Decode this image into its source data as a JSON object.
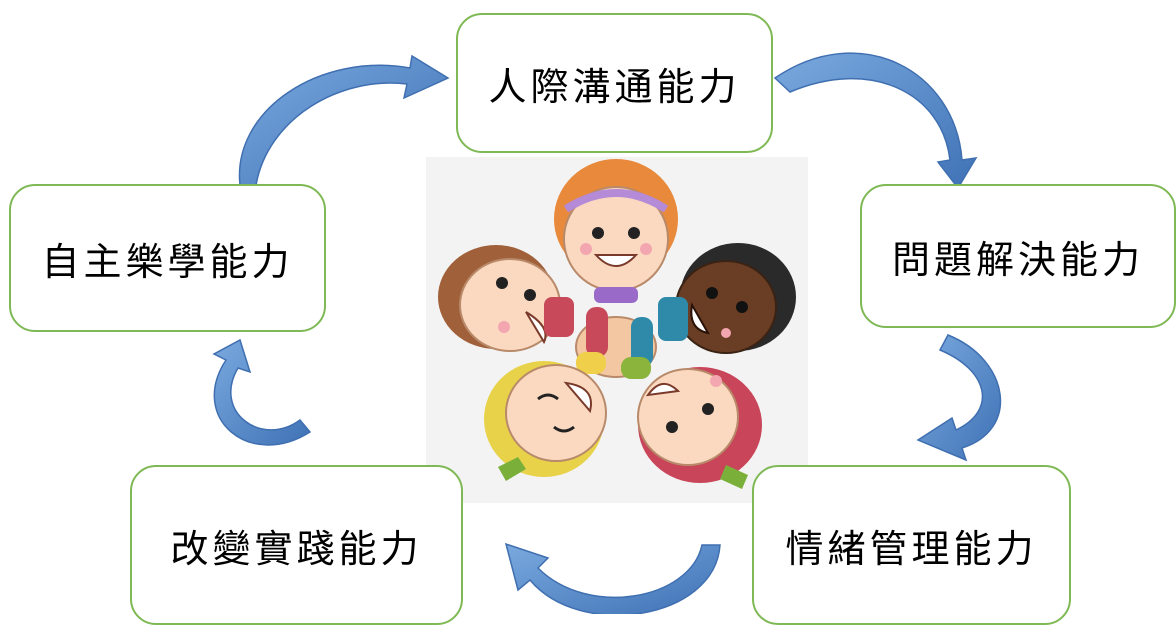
{
  "diagram": {
    "nodes": [
      {
        "id": "top",
        "label": "人際溝通能力"
      },
      {
        "id": "right",
        "label": "問題解決能力"
      },
      {
        "id": "bottom-right",
        "label": "情緒管理能力"
      },
      {
        "id": "bottom-left",
        "label": "改變實踐能力"
      },
      {
        "id": "left",
        "label": "自主樂學能力"
      }
    ],
    "flow": "clockwise",
    "colors": {
      "box_border": "#7fb955",
      "arrow_fill": "#5b8fce",
      "arrow_stroke": "#3f6fb0"
    },
    "center_image": "children-circle-holding-hands"
  }
}
